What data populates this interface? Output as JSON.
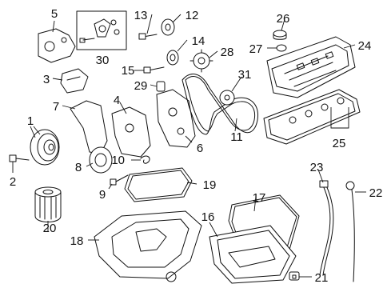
{
  "callouts": [
    "1",
    "2",
    "3",
    "4",
    "5",
    "6",
    "7",
    "8",
    "9",
    "10",
    "11",
    "12",
    "13",
    "14",
    "15",
    "16",
    "17",
    "18",
    "19",
    "20",
    "21",
    "22",
    "23",
    "24",
    "25",
    "26",
    "27",
    "28",
    "29",
    "30",
    "31"
  ]
}
